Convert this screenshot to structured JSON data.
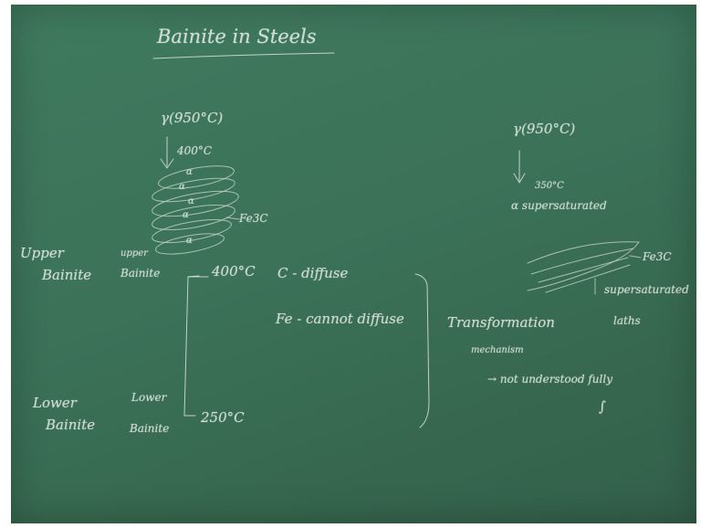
{
  "board": {
    "title": "Bainite in Steels",
    "left_diagram": {
      "gamma_label": "γ(950°C)",
      "hold_temp": "400°C",
      "alpha_marks": [
        "α",
        "α",
        "α",
        "α",
        "α"
      ],
      "carbide_label": "Fe3C"
    },
    "right_diagram": {
      "gamma_label": "γ(950°C)",
      "hold_temp": "350°C",
      "alpha_label": "α supersaturated",
      "carbide_label": "Fe3C",
      "lath_note": "supersaturated",
      "lath_note_2": "laths"
    },
    "upper": {
      "label_1": "Upper",
      "label_2": "Bainite",
      "sub_1": "upper",
      "sub_2": "Bainite",
      "temp": "400°C"
    },
    "lower": {
      "label_1": "Lower",
      "label_2": "Bainite",
      "sub_1": "Lower",
      "sub_2": "Bainite",
      "temp": "250°C"
    },
    "notes": {
      "c_line": "C - diffuse",
      "fe_line": "Fe - cannot diffuse",
      "transformation": "Transformation",
      "mechanism": "mechanism",
      "not_understood": "→ not understood fully",
      "symbol": "∫"
    }
  }
}
